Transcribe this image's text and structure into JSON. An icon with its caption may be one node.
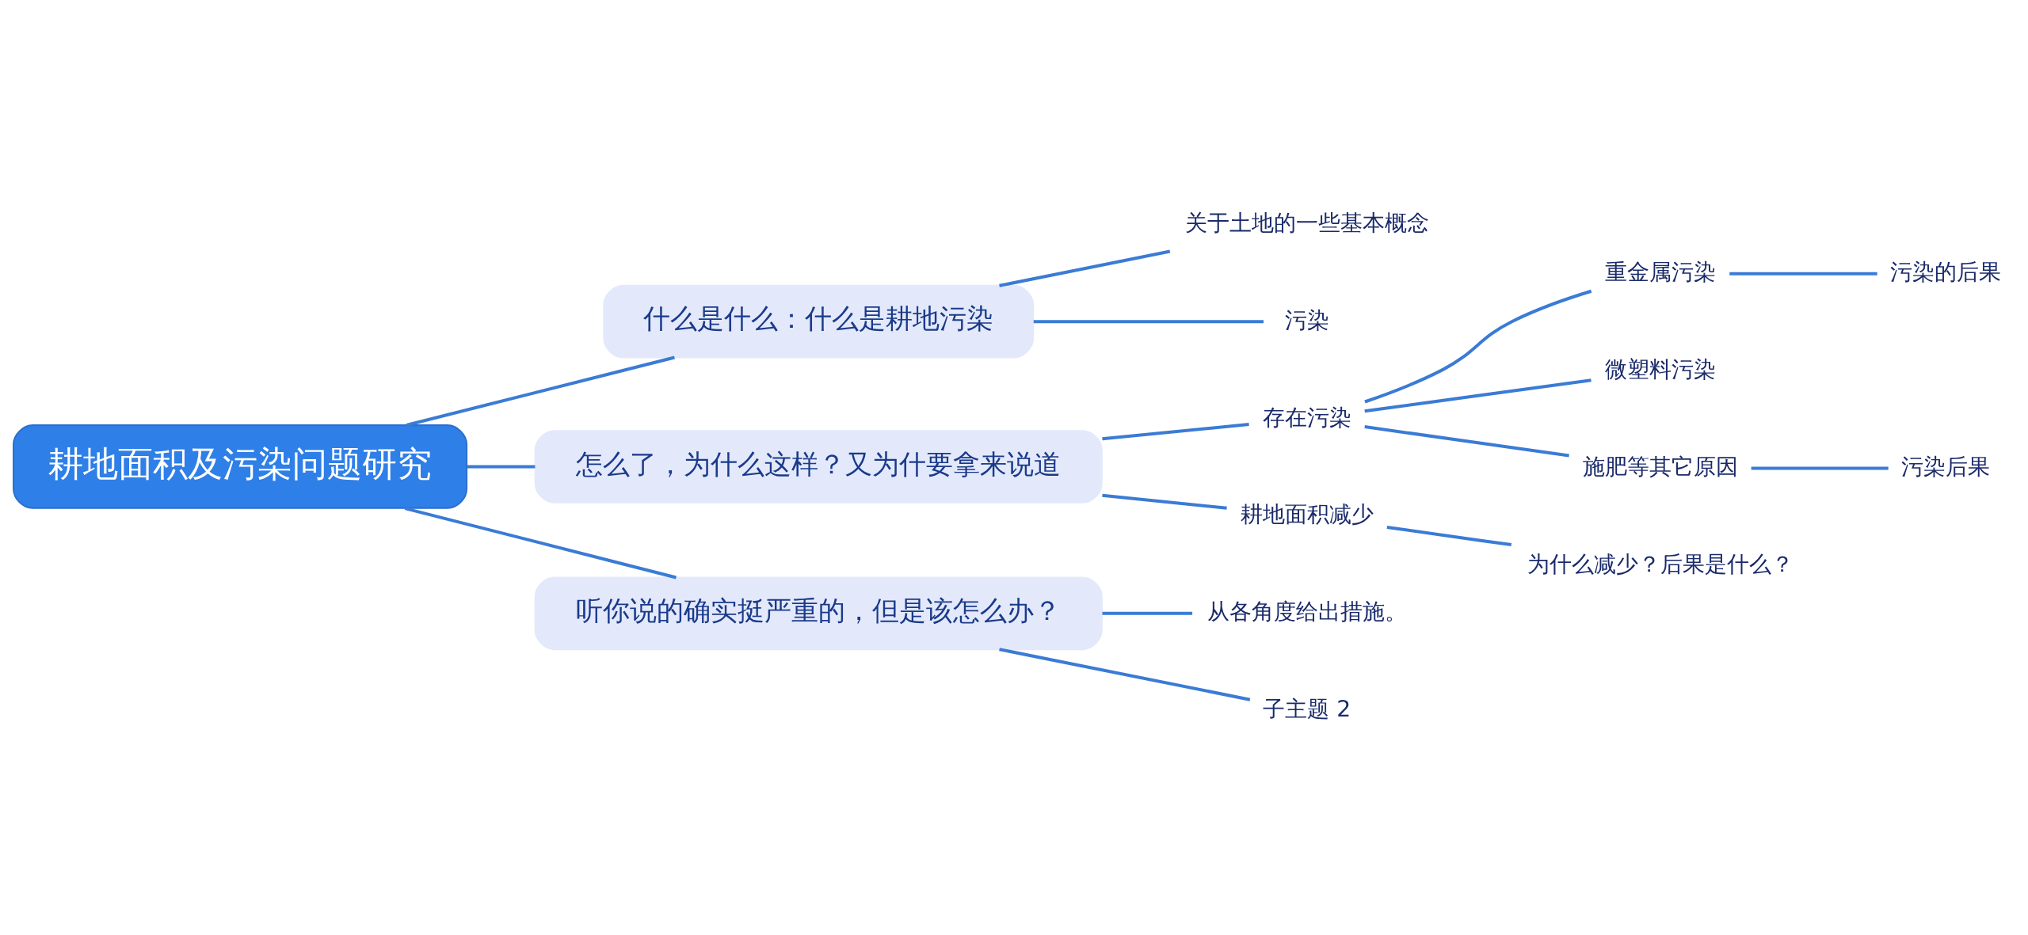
{
  "diagram": {
    "nodes": [
      {
        "text": [
          "耕地面积及污染问题研究"
        ]
      },
      {
        "text": [
          "什么是什么：什么是耕地污染"
        ]
      },
      {
        "text": [
          "关于土地的一些基本概念"
        ]
      },
      {
        "text": [
          "污染"
        ]
      },
      {
        "text": [
          "怎么了，为什么这样？又为什要拿来说道"
        ]
      },
      {
        "text": [
          "存在污染"
        ]
      },
      {
        "text": [
          "重金属污染"
        ]
      },
      {
        "text": [
          "污染的后果"
        ]
      },
      {
        "text": [
          "微塑料污染"
        ]
      },
      {
        "text": [
          "施肥等其它原因"
        ]
      },
      {
        "text": [
          "污染后果"
        ]
      },
      {
        "text": [
          "耕地面积减少"
        ]
      },
      {
        "text": [
          "为什么减少？后果是什么？"
        ]
      },
      {
        "text": [
          "听你说的确实挺严重的，但是该怎么办？"
        ]
      },
      {
        "text": [
          "从各角度给出措施。"
        ]
      },
      {
        "text": [
          "子主题 2"
        ]
      }
    ],
    "edges": [
      {
        "from": 0,
        "to": 1,
        "arrow": "none"
      },
      {
        "from": 0,
        "to": 4,
        "arrow": "none"
      },
      {
        "from": 0,
        "to": 13,
        "arrow": "none"
      },
      {
        "from": 1,
        "to": 2,
        "arrow": "none"
      },
      {
        "from": 1,
        "to": 3,
        "arrow": "none"
      },
      {
        "from": 4,
        "to": 5,
        "arrow": "none"
      },
      {
        "from": 4,
        "to": 11,
        "arrow": "none"
      },
      {
        "from": 5,
        "to": 6,
        "arrow": "none"
      },
      {
        "from": 5,
        "to": 8,
        "arrow": "none"
      },
      {
        "from": 5,
        "to": 9,
        "arrow": "none"
      },
      {
        "from": 6,
        "to": 7,
        "arrow": "none"
      },
      {
        "from": 9,
        "to": 10,
        "arrow": "none"
      },
      {
        "from": 11,
        "to": 12,
        "arrow": "none"
      },
      {
        "from": 13,
        "to": 14,
        "arrow": "none"
      },
      {
        "from": 13,
        "to": 15,
        "arrow": "none"
      }
    ]
  }
}
